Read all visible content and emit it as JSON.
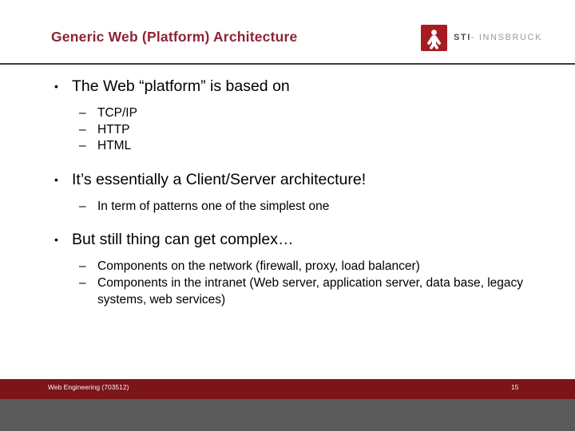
{
  "header": {
    "title": "Generic Web (Platform) Architecture",
    "logo": {
      "icon_name": "sti-figure-icon",
      "brand": "STI",
      "suffix": "- INNSBRUCK",
      "mark_color": "#a61c22"
    },
    "title_color": "#8c2434",
    "rule_color": "#3a3a3a"
  },
  "content": {
    "groups": [
      {
        "bullet": "The Web “platform” is based on",
        "sub": [
          "TCP/IP",
          "HTTP",
          "HTML"
        ]
      },
      {
        "bullet": "It’s essentially a Client/Server architecture!",
        "sub": [
          "In term of patterns one of the simplest one"
        ]
      },
      {
        "bullet": "But still thing can get complex…",
        "sub": [
          "Components on the network (firewall, proxy, load balancer)",
          "Components in the intranet (Web server, application server, data base, legacy systems, web services)"
        ]
      }
    ],
    "marker_l1": "•",
    "marker_l2": "–"
  },
  "footer": {
    "label": "Web Engineering (703512)",
    "page": "15",
    "bar_color": "#7c1518",
    "band_color": "#5a5a5a"
  }
}
